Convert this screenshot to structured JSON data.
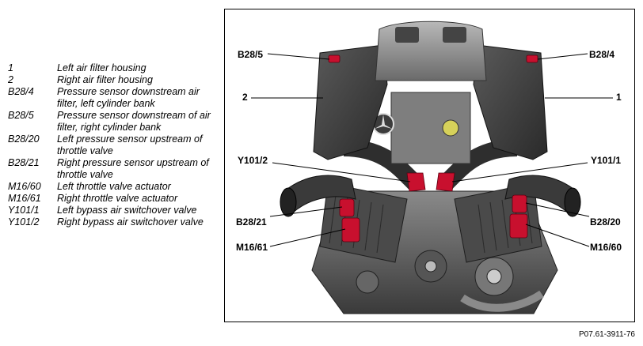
{
  "legend": [
    {
      "code": "1",
      "description": "Left air filter housing"
    },
    {
      "code": "2",
      "description": "Right air filter housing"
    },
    {
      "code": "B28/4",
      "description": "Pressure sensor downstream air filter, left cylinder bank"
    },
    {
      "code": "B28/5",
      "description": "Pressure sensor downstream of air filter, right cylinder bank"
    },
    {
      "code": "B28/20",
      "description": "Left pressure sensor upstream of throttle valve"
    },
    {
      "code": "B28/21",
      "description": "Right pressure sensor upstream of throttle valve"
    },
    {
      "code": "M16/60",
      "description": "Left throttle valve actuator"
    },
    {
      "code": "M16/61",
      "description": "Right throttle valve actuator"
    },
    {
      "code": "Y101/1",
      "description": "Left bypass air switchover valve"
    },
    {
      "code": "Y101/2",
      "description": "Right bypass air switchover valve"
    }
  ],
  "callouts": {
    "b28_5": "B28/5",
    "b28_4": "B28/4",
    "two": "2",
    "one": "1",
    "y101_2": "Y101/2",
    "y101_1": "Y101/1",
    "b28_21": "B28/21",
    "b28_20": "B28/20",
    "m16_61": "M16/61",
    "m16_60": "M16/60"
  },
  "figure_id": "P07.61-3911-76",
  "colors": {
    "highlight": "#c8102e",
    "engine_gray": "#6e6e6e"
  }
}
